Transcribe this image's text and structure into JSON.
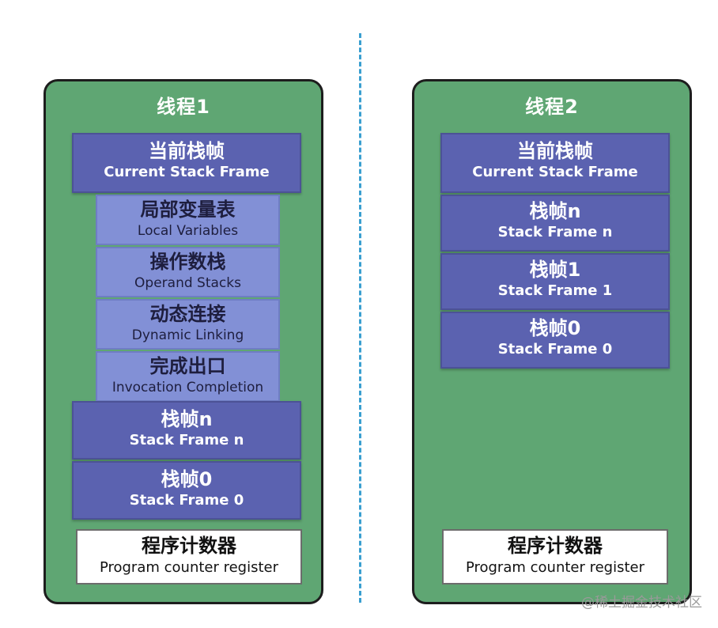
{
  "thread1": {
    "title": "线程1",
    "current_frame": {
      "zh": "当前栈帧",
      "en": "Current Stack Frame"
    },
    "details": [
      {
        "zh": "局部变量表",
        "en": "Local Variables"
      },
      {
        "zh": "操作数栈",
        "en": "Operand Stacks"
      },
      {
        "zh": "动态连接",
        "en": "Dynamic Linking"
      },
      {
        "zh": "完成出口",
        "en": "Invocation Completion"
      }
    ],
    "frames": [
      {
        "zh": "栈帧n",
        "en": "Stack Frame n"
      },
      {
        "zh": "栈帧0",
        "en": "Stack Frame 0"
      }
    ],
    "pc": {
      "zh": "程序计数器",
      "en": "Program counter register"
    }
  },
  "thread2": {
    "title": "线程2",
    "current_frame": {
      "zh": "当前栈帧",
      "en": "Current Stack Frame"
    },
    "frames": [
      {
        "zh": "栈帧n",
        "en": "Stack Frame n"
      },
      {
        "zh": "栈帧1",
        "en": "Stack Frame 1"
      },
      {
        "zh": "栈帧0",
        "en": "Stack Frame 0"
      }
    ],
    "pc": {
      "zh": "程序计数器",
      "en": "Program counter register"
    }
  },
  "watermark": "@稀土掘金技术社区",
  "colors": {
    "thread_bg": "#5fa673",
    "frame_dark": "#5b62b0",
    "frame_light": "#8290d6",
    "divider": "#3a9fd0"
  }
}
